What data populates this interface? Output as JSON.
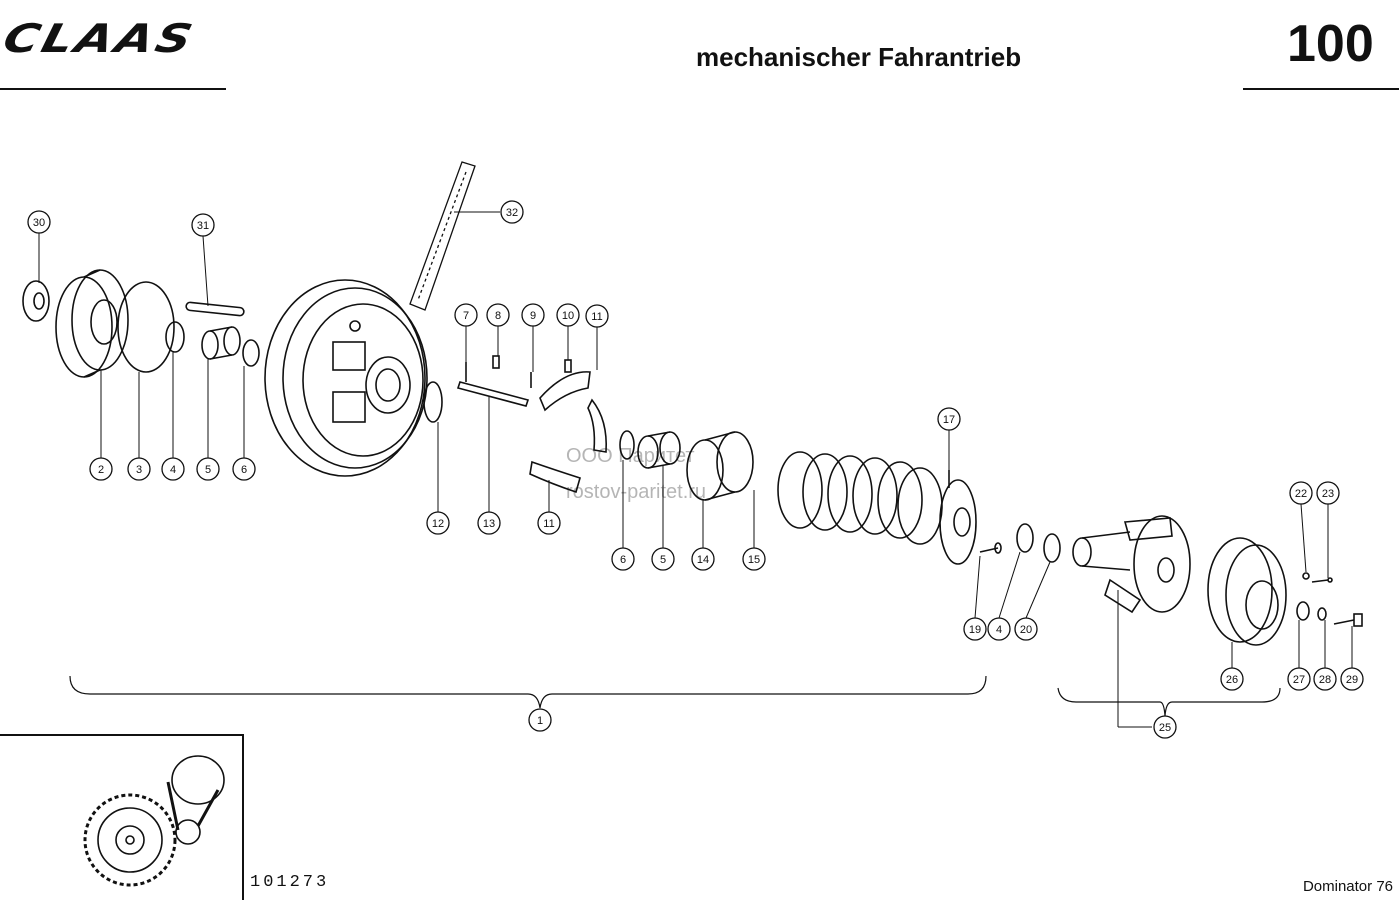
{
  "header": {
    "brand": "CLAAS",
    "title": "mechanischer Fahrantrieb",
    "page_number": "100"
  },
  "footer": {
    "image_number": "101273",
    "model": "Dominator 76"
  },
  "watermark": {
    "line1": "ООО Паритет",
    "line2": "rostov-paritet.ru"
  },
  "callouts": [
    "30",
    "31",
    "32",
    "2",
    "3",
    "4",
    "5",
    "6",
    "12",
    "7",
    "8",
    "9",
    "10",
    "11",
    "13",
    "11",
    "6",
    "5",
    "14",
    "15",
    "17",
    "19",
    "4",
    "20",
    "22",
    "23",
    "26",
    "27",
    "28",
    "29",
    "1",
    "25"
  ]
}
